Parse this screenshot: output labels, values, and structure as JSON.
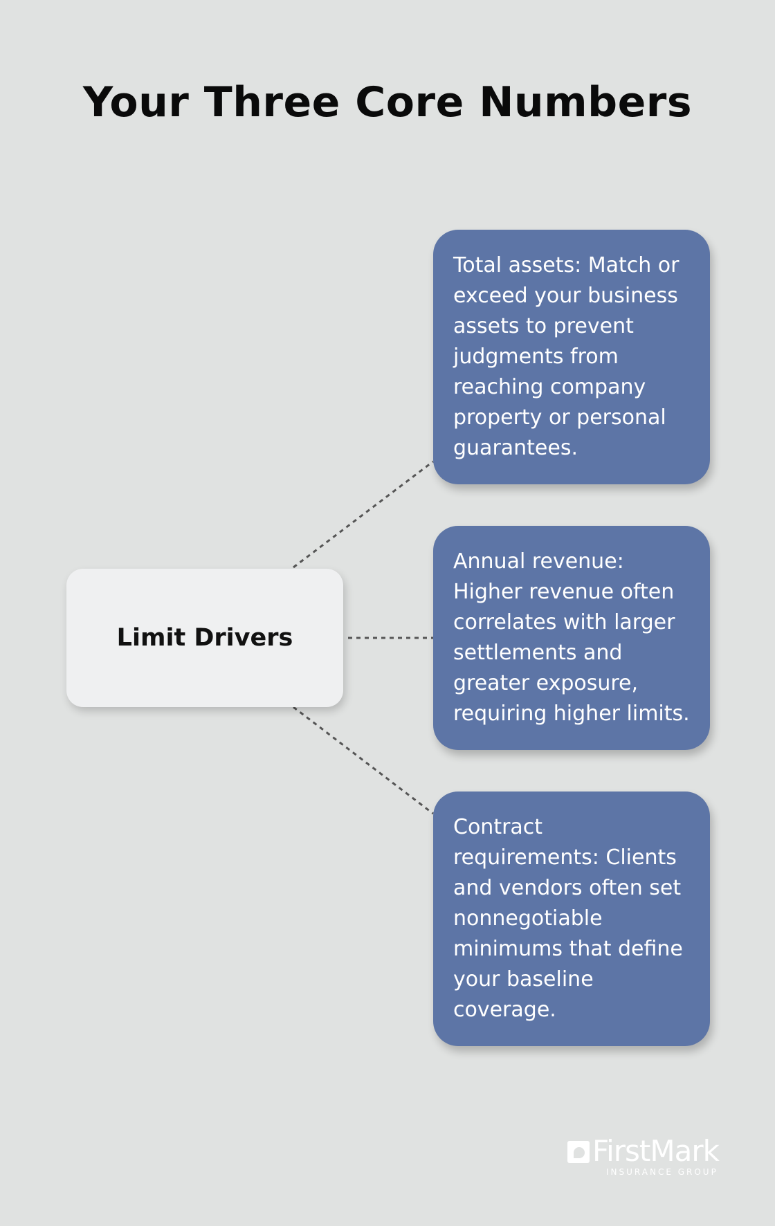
{
  "title": "Your Three Core Numbers",
  "center": {
    "label": "Limit Drivers"
  },
  "cards": [
    {
      "text": "Total assets: Match or exceed your business assets to prevent judgments from reaching company property or personal guarantees."
    },
    {
      "text": "Annual revenue: Higher revenue often correlates with larger settlements and greater exposure, requiring higher limits."
    },
    {
      "text": "Contract requirements: Clients and vendors often set nonnegotiable minimums that define your baseline coverage."
    }
  ],
  "logo": {
    "name": "FirstMark",
    "subtitle": "INSURANCE GROUP"
  },
  "colors": {
    "background": "#e0e2e1",
    "card": "#5d75a6",
    "center_node": "#eff0f1",
    "connector": "#555555"
  }
}
